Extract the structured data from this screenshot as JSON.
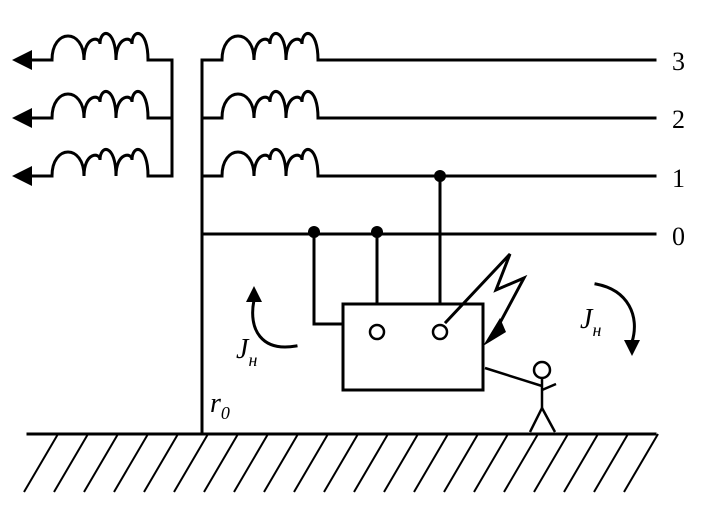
{
  "diagram": {
    "line_labels": [
      "3",
      "2",
      "1",
      "0"
    ],
    "r0_label": "r",
    "r0_sub": "0",
    "current_left_label": "J",
    "current_left_sub": "н",
    "current_right_label": "J",
    "current_right_sub": "н"
  },
  "colors": {
    "ink": "#000000",
    "background": "#ffffff"
  }
}
